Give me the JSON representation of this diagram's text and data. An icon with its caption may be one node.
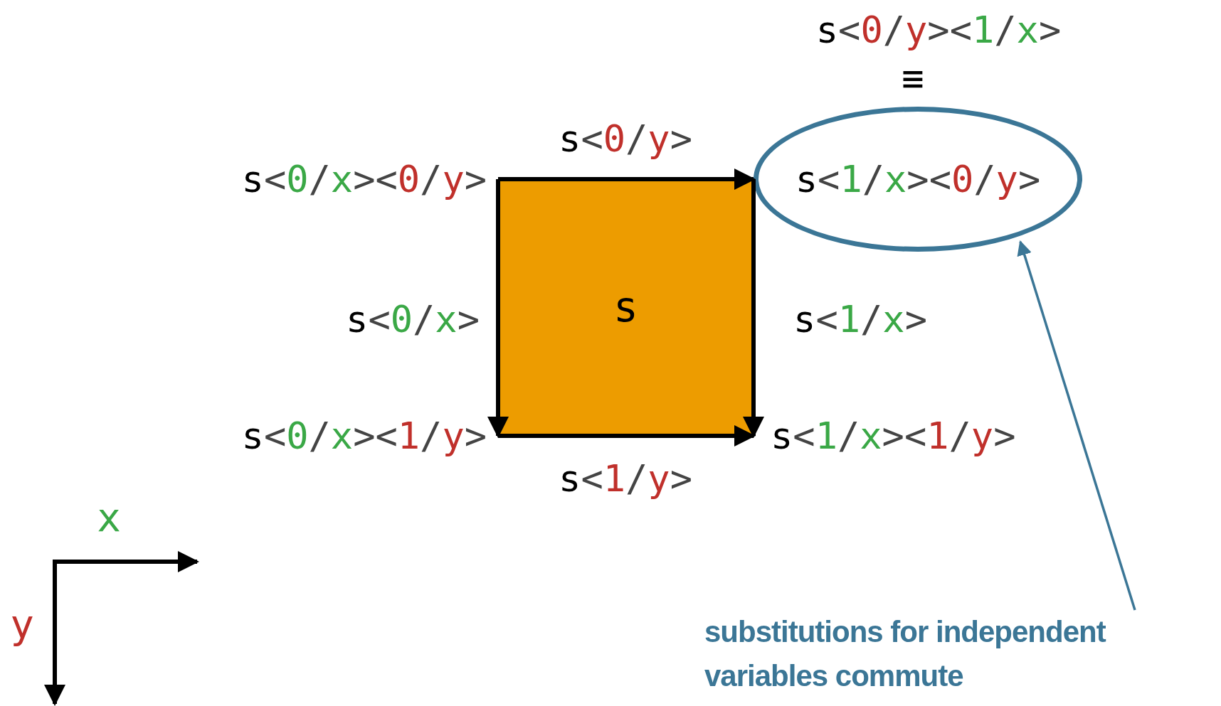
{
  "diagram": {
    "nodes": [
      {
        "text": [
          "s<0/x><0/y>"
        ]
      },
      {
        "text": [
          "s<1/x><0/y>"
        ],
        "beside": [
          "s<0/y><1/x>",
          "≡"
        ]
      },
      {
        "text": [
          "s"
        ]
      },
      {
        "text": [
          "s<0/x><1/y>"
        ]
      },
      {
        "text": [
          "s<1/x><1/y>"
        ]
      },
      {
        "text": [
          "substitutions for independent variables commute"
        ]
      }
    ],
    "edges": [
      {
        "from": 0,
        "to": 1,
        "arrow": "to",
        "label": "s<0/y>"
      },
      {
        "from": 0,
        "to": 3,
        "arrow": "to",
        "label": "s<0/x>"
      },
      {
        "from": 1,
        "to": 4,
        "arrow": "to",
        "label": "s<1/x>"
      },
      {
        "from": 3,
        "to": 4,
        "arrow": "to",
        "label": "s<1/y>"
      },
      {
        "from": 5,
        "to": 1,
        "arrow": "to",
        "color": "#3b7696"
      }
    ],
    "labels": [
      "x",
      "y"
    ]
  }
}
